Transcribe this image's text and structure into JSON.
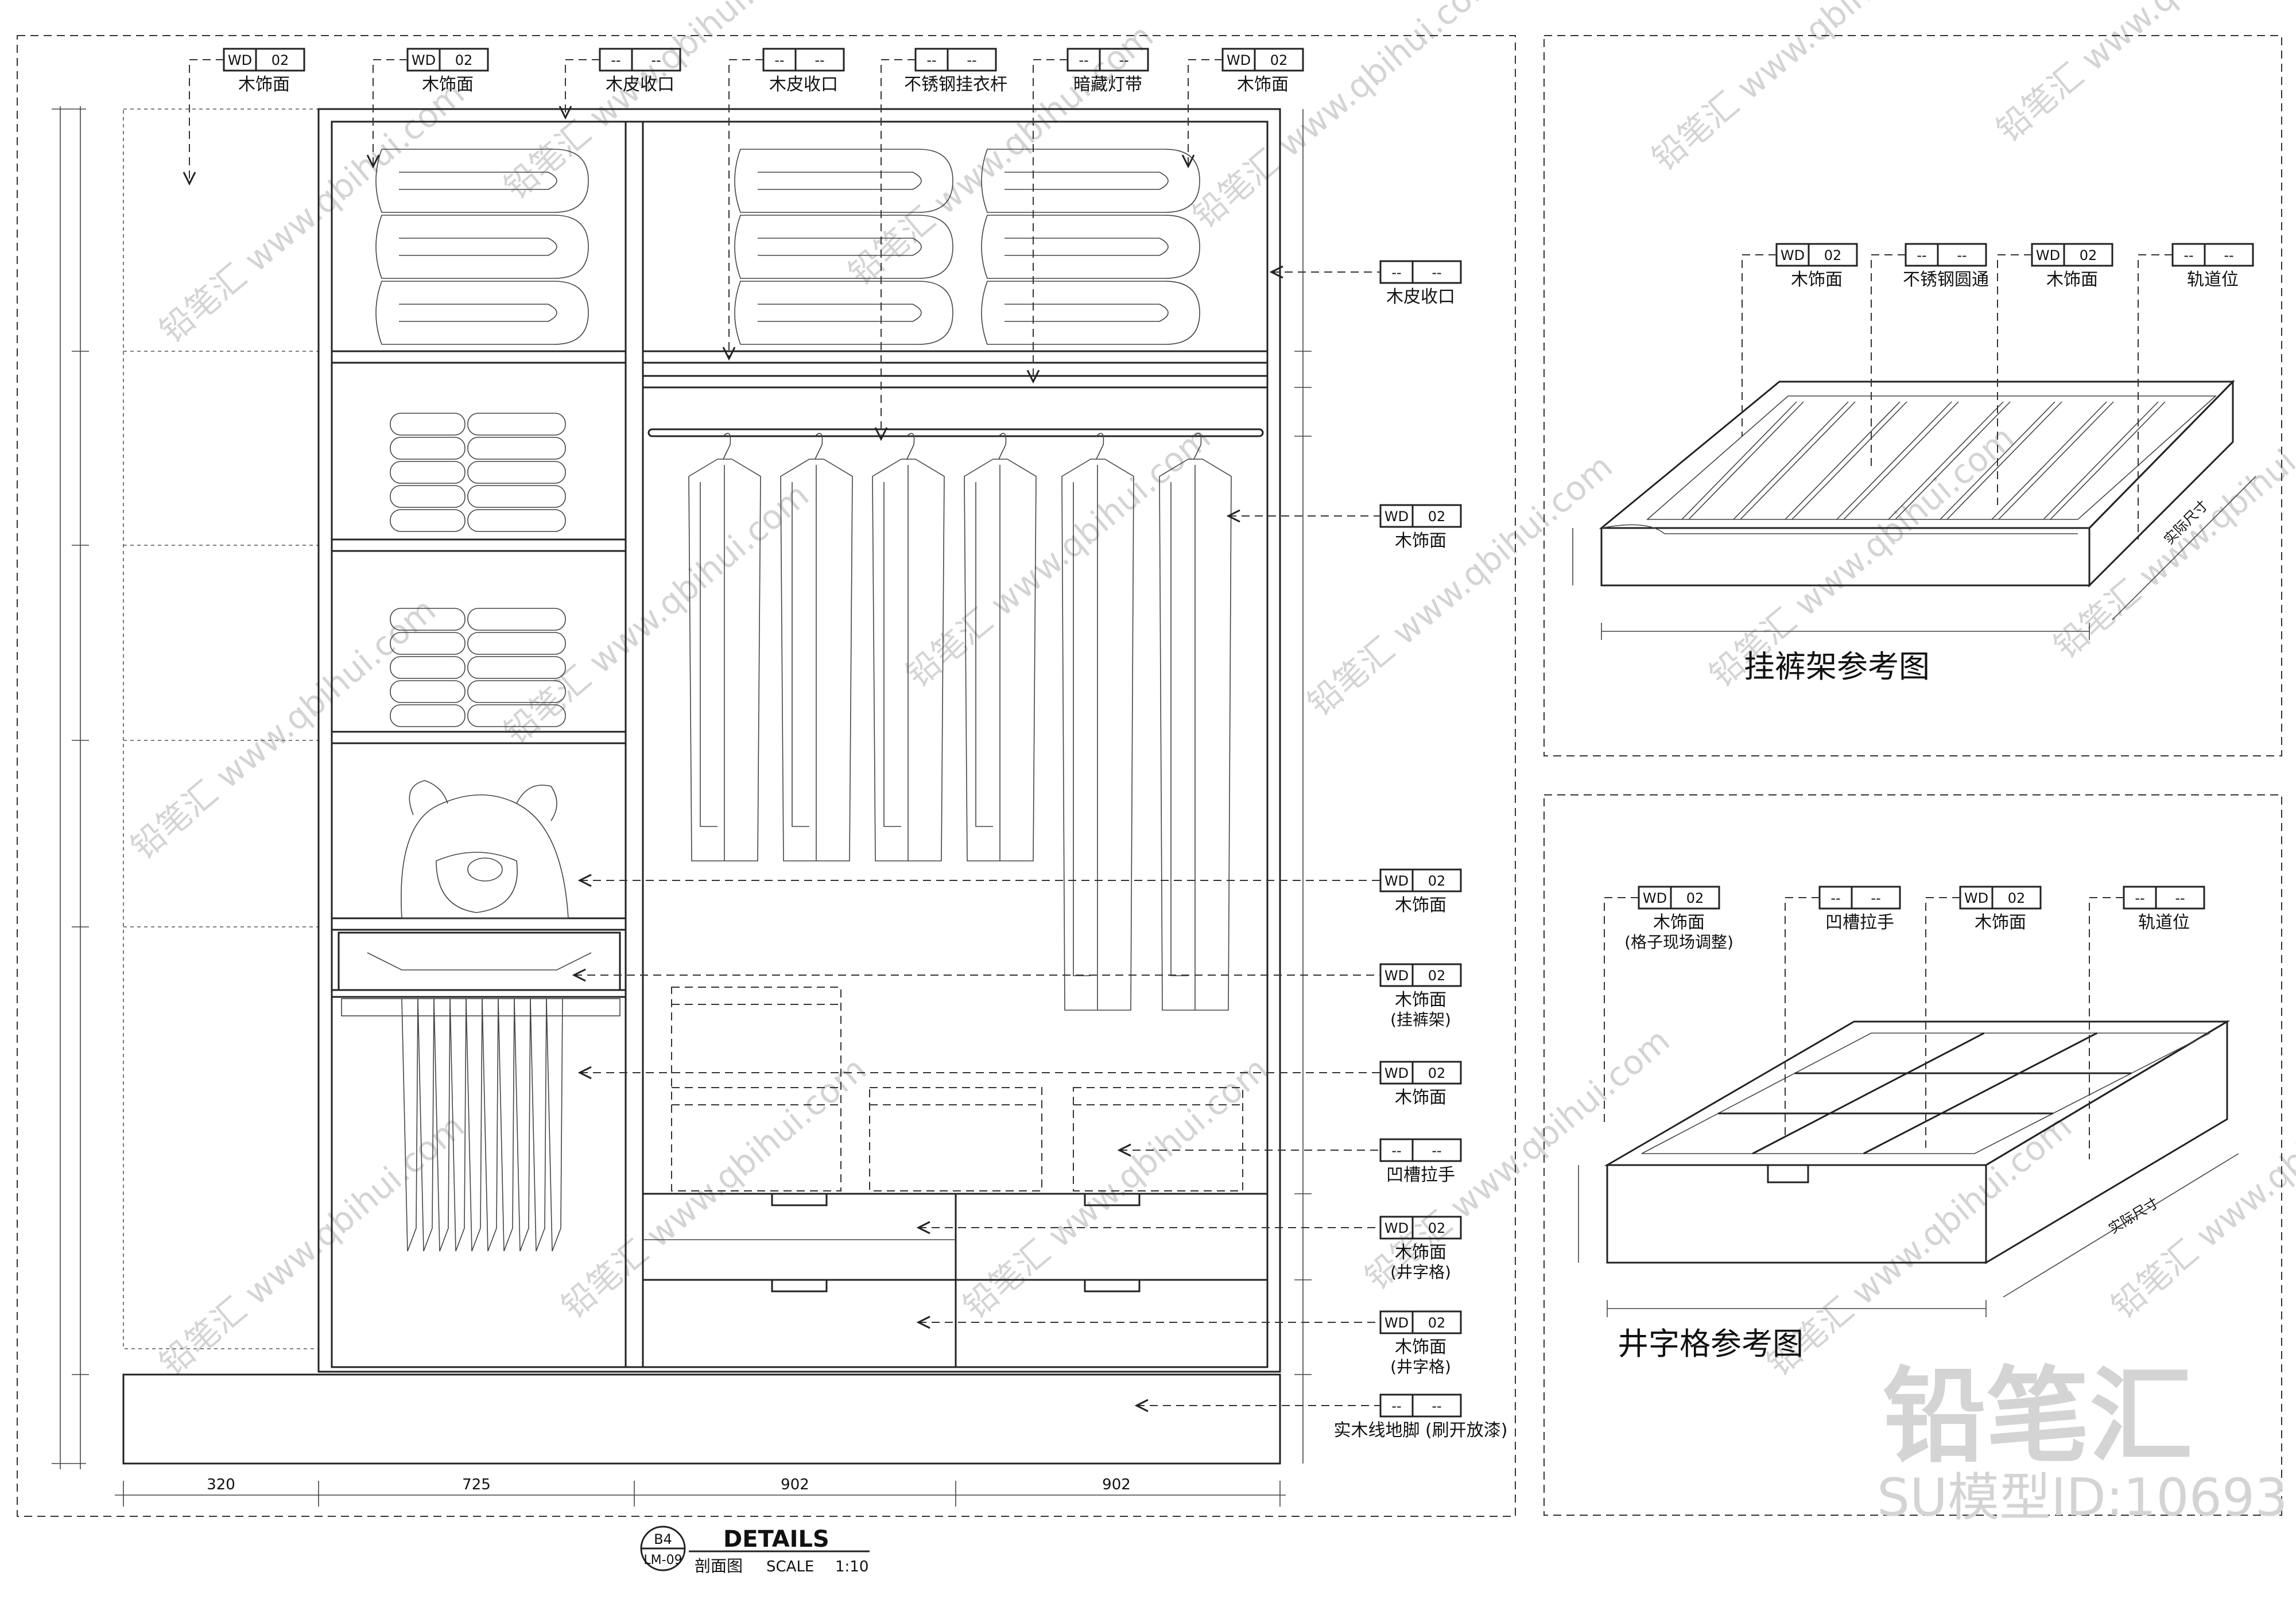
{
  "main_frame": {
    "top_tags": [
      {
        "code": "WD",
        "num": "02",
        "label": "木饰面"
      },
      {
        "code": "WD",
        "num": "02",
        "label": "木饰面"
      },
      {
        "code": "--",
        "num": "--",
        "label": "木皮收口"
      },
      {
        "code": "--",
        "num": "--",
        "label": "木皮收口"
      },
      {
        "code": "--",
        "num": "--",
        "label": "不锈钢挂衣杆"
      },
      {
        "code": "--",
        "num": "--",
        "label": "暗藏灯带"
      },
      {
        "code": "WD",
        "num": "02",
        "label": "木饰面"
      }
    ],
    "right_tags": [
      {
        "code": "--",
        "num": "--",
        "label": "木皮收口",
        "label2": ""
      },
      {
        "code": "WD",
        "num": "02",
        "label": "木饰面",
        "label2": ""
      },
      {
        "code": "WD",
        "num": "02",
        "label": "木饰面",
        "label2": ""
      },
      {
        "code": "WD",
        "num": "02",
        "label": "木饰面",
        "label2": "(挂裤架)"
      },
      {
        "code": "WD",
        "num": "02",
        "label": "木饰面",
        "label2": ""
      },
      {
        "code": "--",
        "num": "--",
        "label": "凹槽拉手",
        "label2": ""
      },
      {
        "code": "WD",
        "num": "02",
        "label": "木饰面",
        "label2": "(井字格)"
      },
      {
        "code": "WD",
        "num": "02",
        "label": "木饰面",
        "label2": "(井字格)"
      },
      {
        "code": "--",
        "num": "--",
        "label": "实木线地脚 (刷开放漆)",
        "label2": ""
      }
    ],
    "bottom_dims": [
      "320",
      "725",
      "902",
      "902"
    ]
  },
  "title_block": {
    "tag_top": "B4",
    "tag_bottom": "LM-09",
    "title": "DETAILS",
    "subtitle": "剖面图",
    "scale_label": "SCALE",
    "scale_value": "1:10"
  },
  "panel_pants": {
    "tags": [
      {
        "code": "WD",
        "num": "02",
        "label": "木饰面"
      },
      {
        "code": "--",
        "num": "--",
        "label": "不锈钢圆通"
      },
      {
        "code": "WD",
        "num": "02",
        "label": "木饰面"
      },
      {
        "code": "--",
        "num": "--",
        "label": "轨道位"
      }
    ],
    "caption": "挂裤架参考图",
    "dim_side": "实际尺寸"
  },
  "panel_grid": {
    "tags": [
      {
        "code": "WD",
        "num": "02",
        "label": "木饰面",
        "label2": "(格子现场调整)"
      },
      {
        "code": "--",
        "num": "--",
        "label": "凹槽拉手",
        "label2": ""
      },
      {
        "code": "WD",
        "num": "02",
        "label": "木饰面",
        "label2": ""
      },
      {
        "code": "--",
        "num": "--",
        "label": "轨道位",
        "label2": ""
      }
    ],
    "caption": "井字格参考图",
    "dim_side": "实际尺寸"
  },
  "watermark": {
    "brand": "铅笔汇",
    "url": "www.qbihui.com",
    "model_id": "SU模型ID:10693"
  }
}
